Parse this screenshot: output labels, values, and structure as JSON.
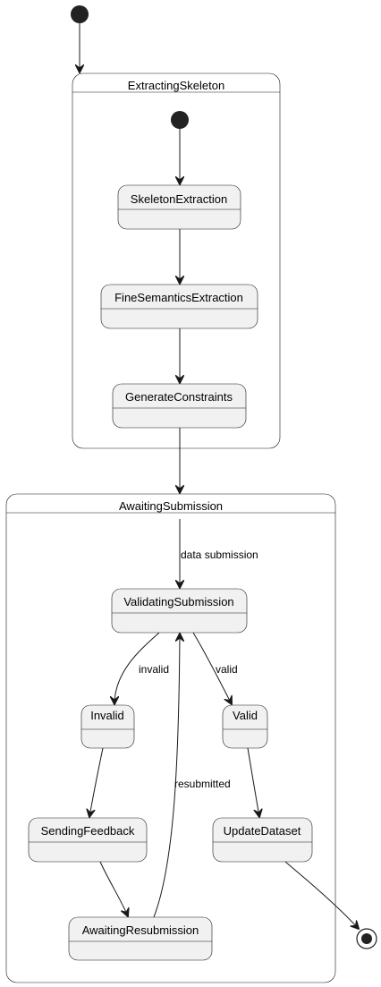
{
  "diagram": {
    "type": "state-diagram",
    "composites": {
      "extracting_skeleton": "ExtractingSkeleton",
      "awaiting_submission": "AwaitingSubmission"
    },
    "states": {
      "skeleton_extraction": "SkeletonExtraction",
      "fine_semantics_extraction": "FineSemanticsExtraction",
      "generate_constraints": "GenerateConstraints",
      "validating_submission": "ValidatingSubmission",
      "invalid": "Invalid",
      "valid": "Valid",
      "sending_feedback": "SendingFeedback",
      "update_dataset": "UpdateDataset",
      "awaiting_resubmission": "AwaitingResubmission"
    },
    "transitions": {
      "data_submission": "data submission",
      "invalid": "invalid",
      "valid": "valid",
      "resubmitted": "resubmitted"
    }
  }
}
